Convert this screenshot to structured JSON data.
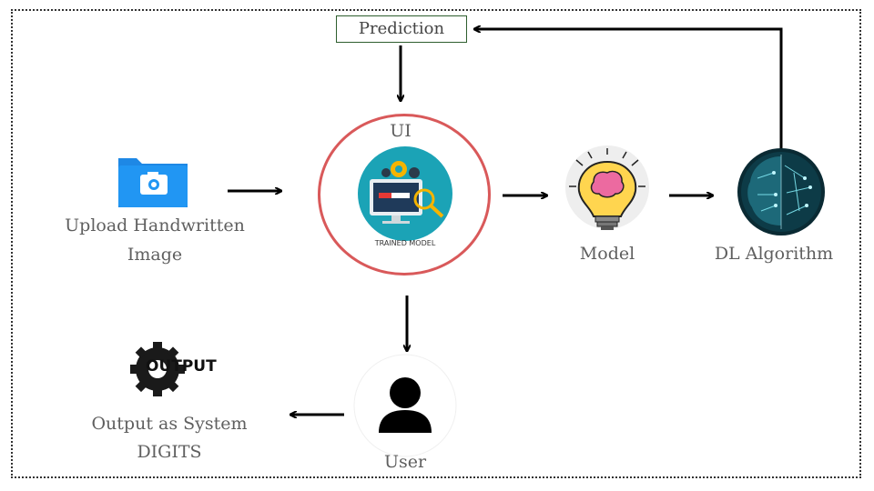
{
  "nodes": {
    "prediction": {
      "label": "Prediction"
    },
    "ui": {
      "label": "UI",
      "caption": "TRAINED MODEL"
    },
    "upload": {
      "line1": "Upload Handwritten",
      "line2": "Image"
    },
    "model": {
      "label": "Model"
    },
    "dl": {
      "label": "DL Algorithm"
    },
    "user": {
      "label": "User"
    },
    "output": {
      "icon_text": "OUTPUT",
      "line1": "Output as System",
      "line2": "DIGITS"
    }
  },
  "edges": [
    {
      "from": "upload",
      "to": "ui"
    },
    {
      "from": "ui",
      "to": "model"
    },
    {
      "from": "model",
      "to": "dl"
    },
    {
      "from": "dl",
      "to": "prediction"
    },
    {
      "from": "prediction",
      "to": "ui"
    },
    {
      "from": "ui",
      "to": "user"
    },
    {
      "from": "user",
      "to": "output"
    }
  ],
  "colors": {
    "ui_ring": "#d9595a",
    "folder_blue": "#1e88e5",
    "label_gray": "#5f5f5f",
    "prediction_border": "#2e5e2e"
  },
  "icons": {
    "upload": "camera-folder-icon",
    "ui": "trained-model-monitor-icon",
    "model": "lightbulb-brain-icon",
    "dl": "digital-brain-icon",
    "user": "user-silhouette-icon",
    "output": "gear-output-icon"
  }
}
